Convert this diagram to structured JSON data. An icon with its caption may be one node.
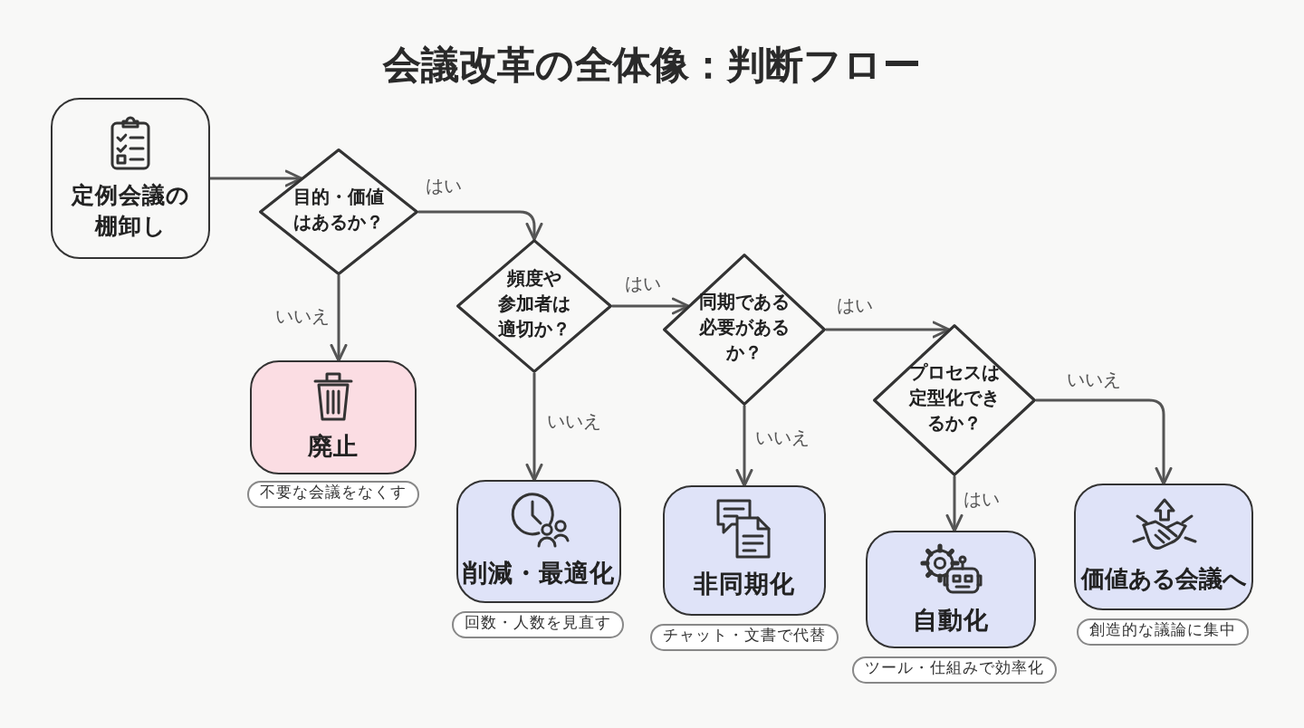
{
  "diagram": {
    "title": "会議改革の全体像：判断フロー",
    "nodes": [
      {
        "text": [
          "定例会議の棚卸し"
        ]
      },
      {
        "text": [
          "目的・価値はあるか？"
        ]
      },
      {
        "text": [
          "廃止"
        ],
        "beside": [
          "不要な会議をなくす"
        ]
      },
      {
        "text": [
          "頻度や参加者は適切か？"
        ]
      },
      {
        "text": [
          "削減・最適化"
        ],
        "beside": [
          "回数・人数を見直す"
        ]
      },
      {
        "text": [
          "同期である必要があるか？"
        ]
      },
      {
        "text": [
          "非同期化"
        ],
        "beside": [
          "チャット・文書で代替"
        ]
      },
      {
        "text": [
          "プロセスは定型化できるか？"
        ]
      },
      {
        "text": [
          "自動化"
        ],
        "beside": [
          "ツール・仕組みで効率化"
        ]
      },
      {
        "text": [
          "価値ある会議へ"
        ],
        "beside": [
          "創造的な議論に集中"
        ]
      }
    ],
    "edges": [
      {
        "from": 0,
        "to": 1,
        "arrow": "to"
      },
      {
        "from": 1,
        "to": 3,
        "arrow": "to",
        "label": "はい"
      },
      {
        "from": 1,
        "to": 2,
        "arrow": "to",
        "label": "いいえ"
      },
      {
        "from": 3,
        "to": 5,
        "arrow": "to",
        "label": "はい"
      },
      {
        "from": 3,
        "to": 4,
        "arrow": "to",
        "label": "いいえ"
      },
      {
        "from": 5,
        "to": 7,
        "arrow": "to",
        "label": "はい"
      },
      {
        "from": 5,
        "to": 6,
        "arrow": "to",
        "label": "いいえ"
      },
      {
        "from": 7,
        "to": 8,
        "arrow": "to",
        "label": "はい"
      },
      {
        "from": 7,
        "to": 9,
        "arrow": "to",
        "label": "いいえ"
      }
    ]
  }
}
